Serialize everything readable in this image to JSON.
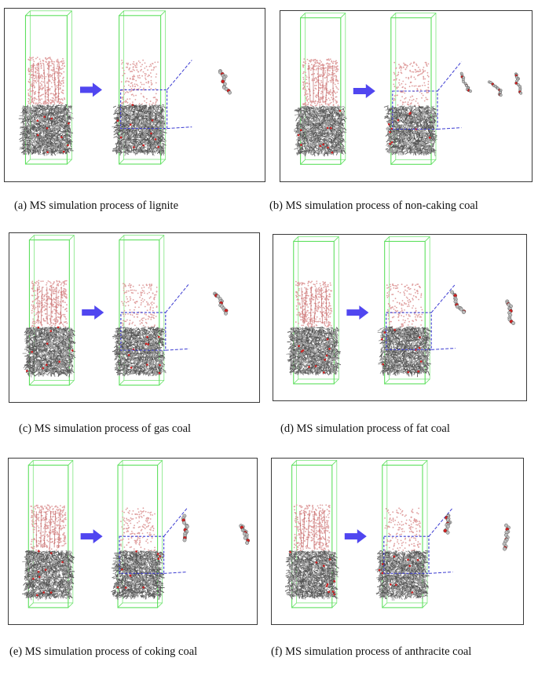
{
  "figure": {
    "panels": [
      {
        "id": "a",
        "caption": "(a) MS simulation process of lignite",
        "fragments": 1
      },
      {
        "id": "b",
        "caption": "(b) MS simulation process of non-caking coal",
        "fragments": 3
      },
      {
        "id": "c",
        "caption": "(c) MS simulation process of gas coal",
        "fragments": 1
      },
      {
        "id": "d",
        "caption": "(d) MS simulation process of fat coal",
        "fragments": 2
      },
      {
        "id": "e",
        "caption": "(e) MS simulation process of coking coal",
        "fragments": 2
      },
      {
        "id": "f",
        "caption": "(f) MS simulation process of anthracite coal",
        "fragments": 2
      }
    ],
    "colors": {
      "box": "#5ee05e",
      "arrow": "#5046f0",
      "selection": "#3c3cd2",
      "water": "#e0a0a0",
      "coal": "#8a8a8a",
      "oxygen": "#d02020",
      "nitrogen": "#2030c0"
    }
  }
}
